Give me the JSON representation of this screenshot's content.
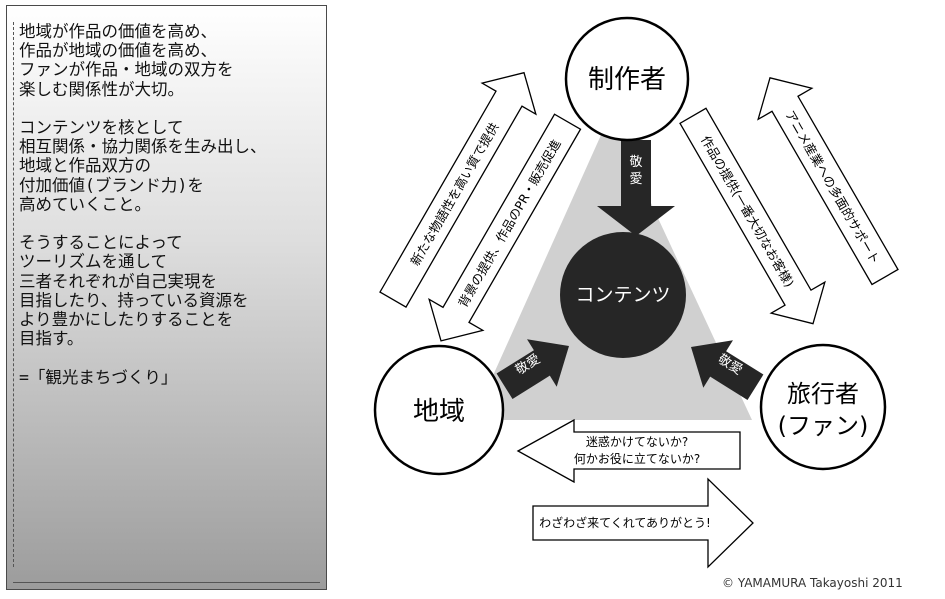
{
  "left_text": {
    "paragraphs": [
      "地域が作品の価値を高め、\n作品が地域の価値を高め、\nファンが作品・地域の双方を\n楽しむ関係性が大切。",
      "コンテンツを核として\n相互関係・協力関係を生み出し、\n地域と作品双方の\n付加価値(ブランド力)を\n高めていくこと。",
      "そうすることによって\nツーリズムを通して\n三者それぞれが自己実現を\n目指したり、持っている資源を\nより豊かにしたりすることを\n目指す。",
      "=「観光まちづくり」"
    ]
  },
  "diagram": {
    "center": "コンテンツ",
    "creator": "制作者",
    "region": "地域",
    "traveler_line1": "旅行者",
    "traveler_line2": "(ファン)",
    "respect": "敬愛",
    "arrow_region_to_creator": "新たな物語性を高い質で提供",
    "arrow_creator_to_region": "背景の提供、作品のPR・販売促進",
    "arrow_creator_to_traveler": "作品の提供(一番大切なお客様)",
    "arrow_traveler_to_creator": "アニメ産業への多面的サポート",
    "arrow_traveler_to_region_line1": "迷惑かけてないか?",
    "arrow_traveler_to_region_line2": "何かお役に立てないか?",
    "arrow_region_to_traveler": "わざわざ来てくれてありがとう!"
  },
  "copyright": "©  YAMAMURA Takayoshi 2011",
  "colors": {
    "dark": "#262626",
    "triangle": "#d0d0d0",
    "outline": "#000000"
  }
}
